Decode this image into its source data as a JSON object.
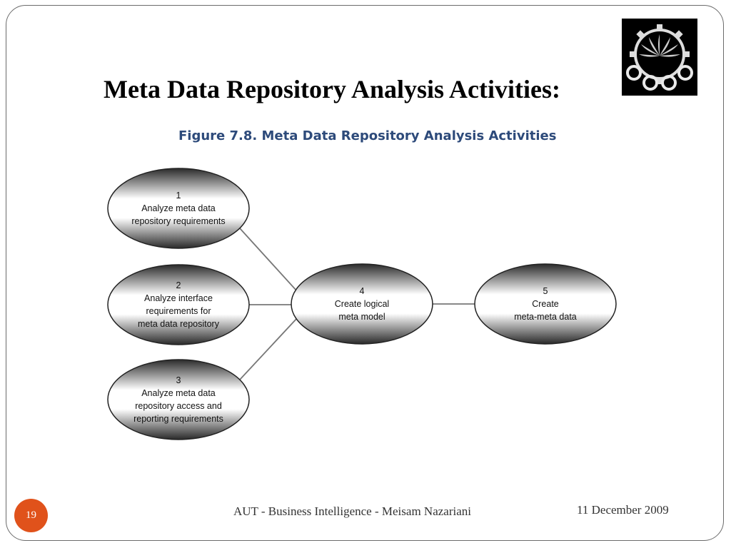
{
  "slide": {
    "title": "Meta Data Repository Analysis Activities:",
    "figure_caption": "Figure 7.8. Meta Data Repository Analysis Activities",
    "page_number": "19",
    "footer_text": "AUT - Business Intelligence - Meisam Nazariani",
    "footer_date": "11 December 2009"
  },
  "diagram": {
    "nodes": [
      {
        "id": "n1",
        "lines": [
          "1",
          "Analyze meta data",
          "repository requirements"
        ]
      },
      {
        "id": "n2",
        "lines": [
          "2",
          "Analyze interface",
          "requirements for",
          "meta data repository"
        ]
      },
      {
        "id": "n3",
        "lines": [
          "3",
          "Analyze meta data",
          "repository access and",
          "reporting requirements"
        ]
      },
      {
        "id": "n4",
        "lines": [
          "4",
          "Create logical",
          "meta model"
        ]
      },
      {
        "id": "n5",
        "lines": [
          "5",
          "Create",
          "meta-meta data"
        ]
      }
    ],
    "edges": [
      {
        "from": "n1",
        "to": "n4"
      },
      {
        "from": "n2",
        "to": "n4"
      },
      {
        "from": "n3",
        "to": "n4"
      },
      {
        "from": "n4",
        "to": "n5"
      }
    ]
  },
  "colors": {
    "node_fill_light": "#ffffff",
    "node_fill_dark": "#2a2a2a",
    "caption": "#2d4a7a",
    "page_badge": "#e0521b"
  },
  "icons": {
    "logo": "university-seal-icon"
  }
}
